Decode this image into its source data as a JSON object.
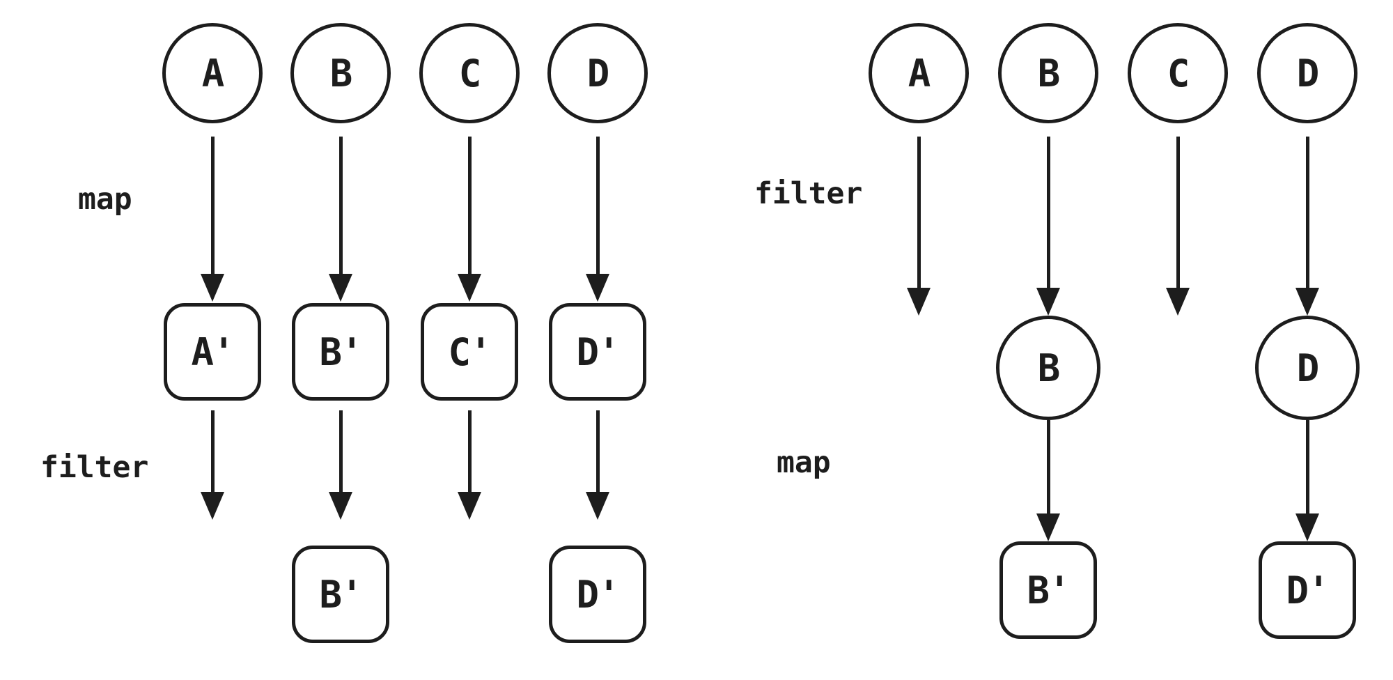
{
  "colors": {
    "background": "#ffffff",
    "ink": "#1d1d1d"
  },
  "icons": {
    "arrow_down": "css-triangle-down"
  },
  "diagrams": {
    "left": {
      "stage1_label": "map",
      "stage2_label": "filter",
      "inputs": [
        "A",
        "B",
        "C",
        "D"
      ],
      "mapped": [
        "A'",
        "B'",
        "C'",
        "D'"
      ],
      "outputs": [
        "B'",
        "D'"
      ]
    },
    "right": {
      "stage1_label": "filter",
      "stage2_label": "map",
      "inputs": [
        "A",
        "B",
        "C",
        "D"
      ],
      "kept": [
        "B",
        "D"
      ],
      "outputs": [
        "B'",
        "D'"
      ]
    }
  }
}
